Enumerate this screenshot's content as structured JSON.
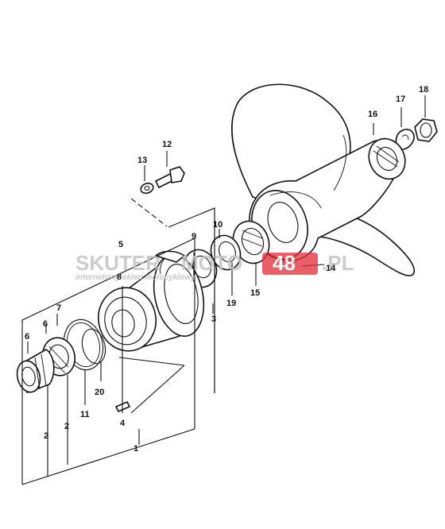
{
  "watermark": {
    "brand_left": "SKUTER",
    "brand_mid": "MOTO",
    "brand_right": "48",
    "brand_tld": ".PL",
    "tagline": "internetowy sklep motocyklowy",
    "colors": {
      "grey": "#b9b9b9",
      "red": "#e0303a"
    }
  },
  "callouts": [
    {
      "id": "p1",
      "text": "1"
    },
    {
      "id": "p2a",
      "text": "2"
    },
    {
      "id": "p2b",
      "text": "2"
    },
    {
      "id": "p3",
      "text": "3"
    },
    {
      "id": "p4",
      "text": "4"
    },
    {
      "id": "p5",
      "text": "5"
    },
    {
      "id": "p6a",
      "text": "6"
    },
    {
      "id": "p6b",
      "text": "6"
    },
    {
      "id": "p7",
      "text": "7"
    },
    {
      "id": "p8",
      "text": "8"
    },
    {
      "id": "p9",
      "text": "9"
    },
    {
      "id": "p10",
      "text": "10"
    },
    {
      "id": "p11",
      "text": "11"
    },
    {
      "id": "p12",
      "text": "12"
    },
    {
      "id": "p13",
      "text": "13"
    },
    {
      "id": "p14",
      "text": "14"
    },
    {
      "id": "p15",
      "text": "15"
    },
    {
      "id": "p16",
      "text": "16"
    },
    {
      "id": "p17",
      "text": "17"
    },
    {
      "id": "p18",
      "text": "18"
    },
    {
      "id": "p19",
      "text": "19"
    },
    {
      "id": "p20",
      "text": "20"
    }
  ]
}
